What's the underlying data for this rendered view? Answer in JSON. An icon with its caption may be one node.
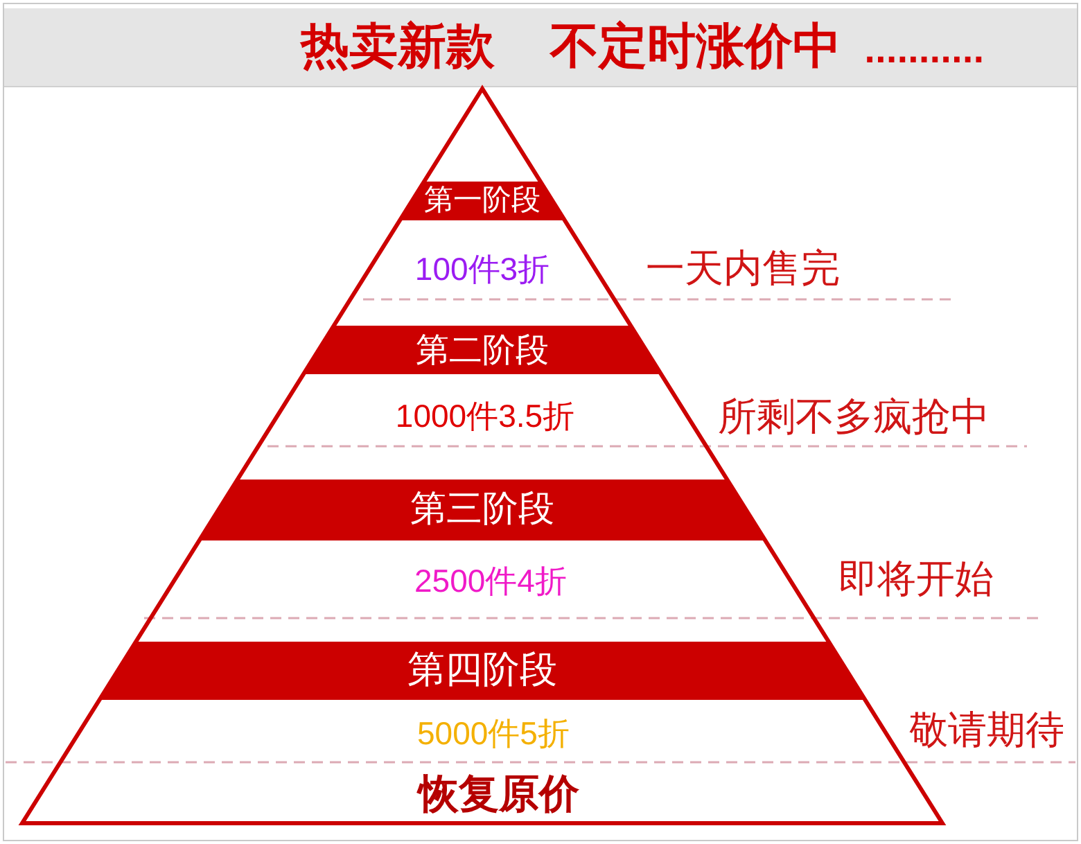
{
  "diagram": {
    "title": "热卖新款 不定时涨价中 ...........",
    "nodes": [
      {
        "text": [],
        "shape": "triangle"
      },
      {
        "text": [
          "第一阶段"
        ],
        "in": 0
      },
      {
        "text": [
          "100件3折"
        ],
        "in": 0
      },
      {
        "text": [
          "第二阶段"
        ],
        "in": 0
      },
      {
        "text": [
          "1000件3.5折"
        ],
        "in": 0
      },
      {
        "text": [
          "第三阶段"
        ],
        "in": 0
      },
      {
        "text": [
          "2500件4折"
        ],
        "in": 0
      },
      {
        "text": [
          "第四阶段"
        ],
        "in": 0
      },
      {
        "text": [
          "5000件5折"
        ],
        "in": 0
      },
      {
        "text": [
          "恢复原价"
        ],
        "in": 0
      }
    ],
    "labels": [
      "一天内售完",
      "所剩不多疯抢中",
      "即将开始",
      "敬请期待"
    ]
  }
}
